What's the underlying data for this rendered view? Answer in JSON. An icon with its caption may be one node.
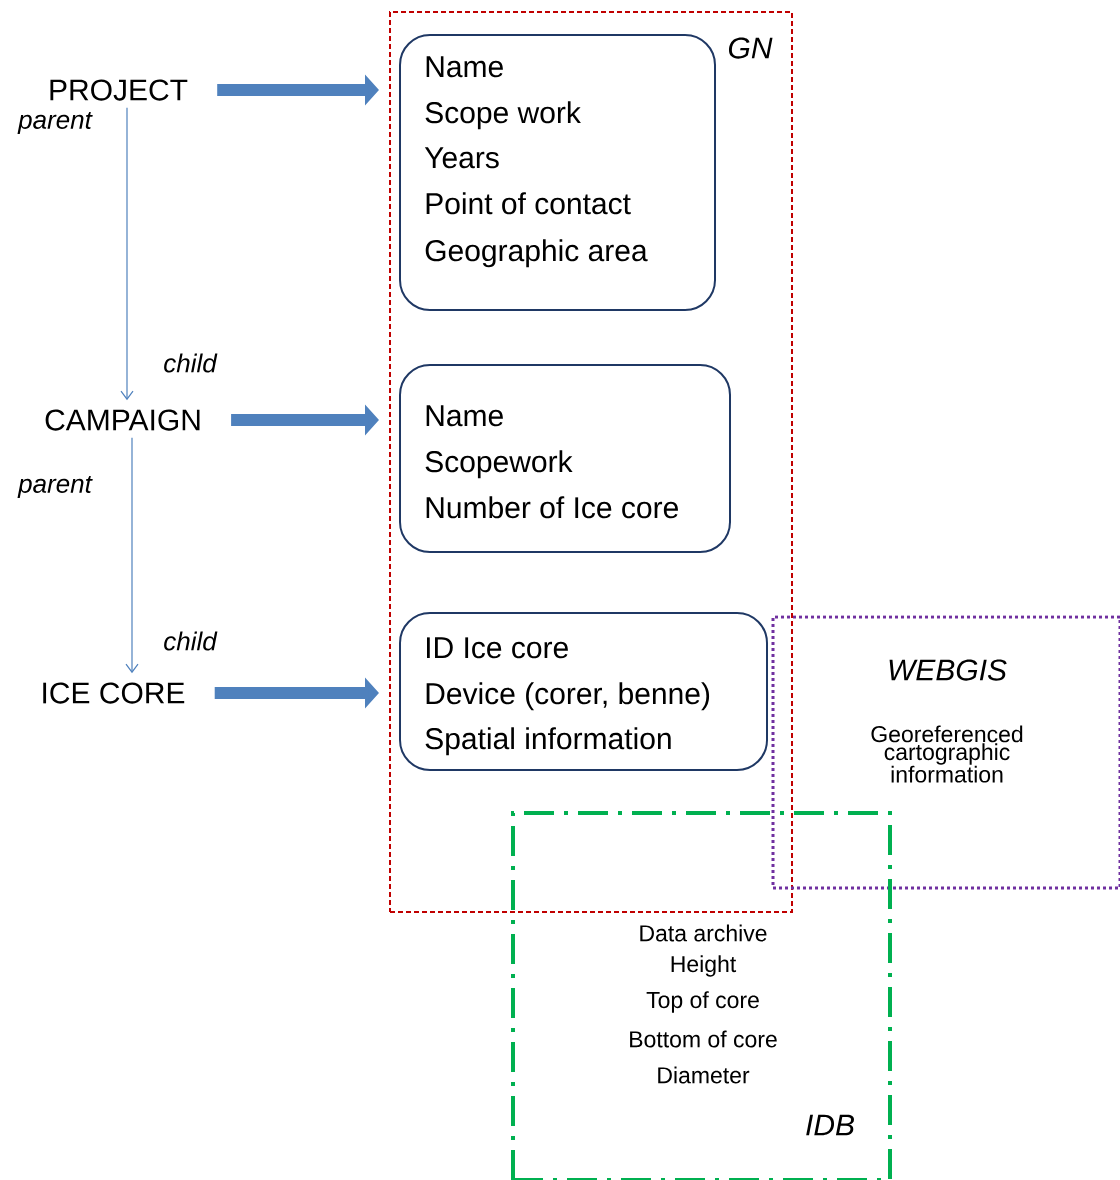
{
  "diagram": {
    "nodes": [
      {
        "text": [
          "PROJECT"
        ]
      },
      {
        "text": [
          "CAMPAIGN"
        ]
      },
      {
        "text": [
          "ICE CORE"
        ]
      },
      {
        "text": [
          "GN"
        ]
      },
      {
        "text": [
          "Name",
          "Scope work",
          "Years",
          "Point of contact",
          "Geographic area"
        ],
        "in": 3
      },
      {
        "text": [
          "Name",
          "Scopework",
          "Number of Ice core"
        ],
        "in": 3
      },
      {
        "text": [
          "ID Ice core",
          "Device (corer, benne)",
          "Spatial information"
        ],
        "in": 3
      },
      {
        "text": [
          "WEBGIS",
          "Georeferenced cartographic information"
        ]
      },
      {
        "text": [
          "Data archive",
          "Height",
          "Top of core",
          "Bottom of core",
          "Diameter",
          "IDB"
        ]
      }
    ],
    "edges": [
      {
        "from": 0,
        "to": 4,
        "arrow": "to"
      },
      {
        "from": 1,
        "to": 5,
        "arrow": "to"
      },
      {
        "from": 2,
        "to": 6,
        "arrow": "to"
      },
      {
        "from": 0,
        "to": 1,
        "arrow": "to"
      },
      {
        "from": 1,
        "to": 2,
        "arrow": "to"
      }
    ],
    "labels": [
      "parent",
      "child",
      "parent",
      "child"
    ]
  }
}
